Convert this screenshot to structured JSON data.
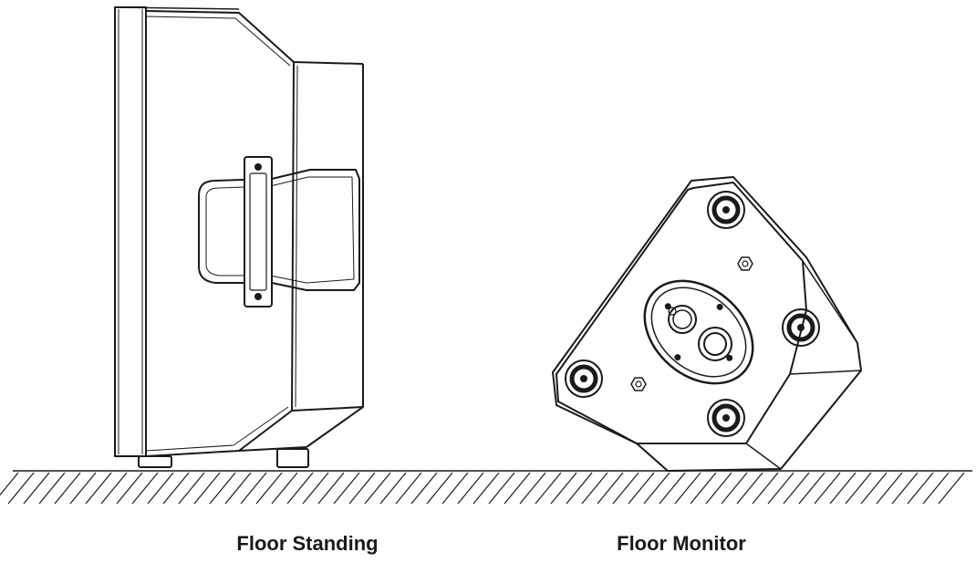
{
  "captions": {
    "floor_standing": "Floor Standing",
    "floor_monitor": "Floor Monitor"
  },
  "colors": {
    "line": "#1a1a1a",
    "background": "#ffffff"
  },
  "icons": {
    "ground": "hatched-ground",
    "speaker_standing": "speaker-side-view",
    "speaker_monitor": "speaker-tilted-monitor"
  }
}
